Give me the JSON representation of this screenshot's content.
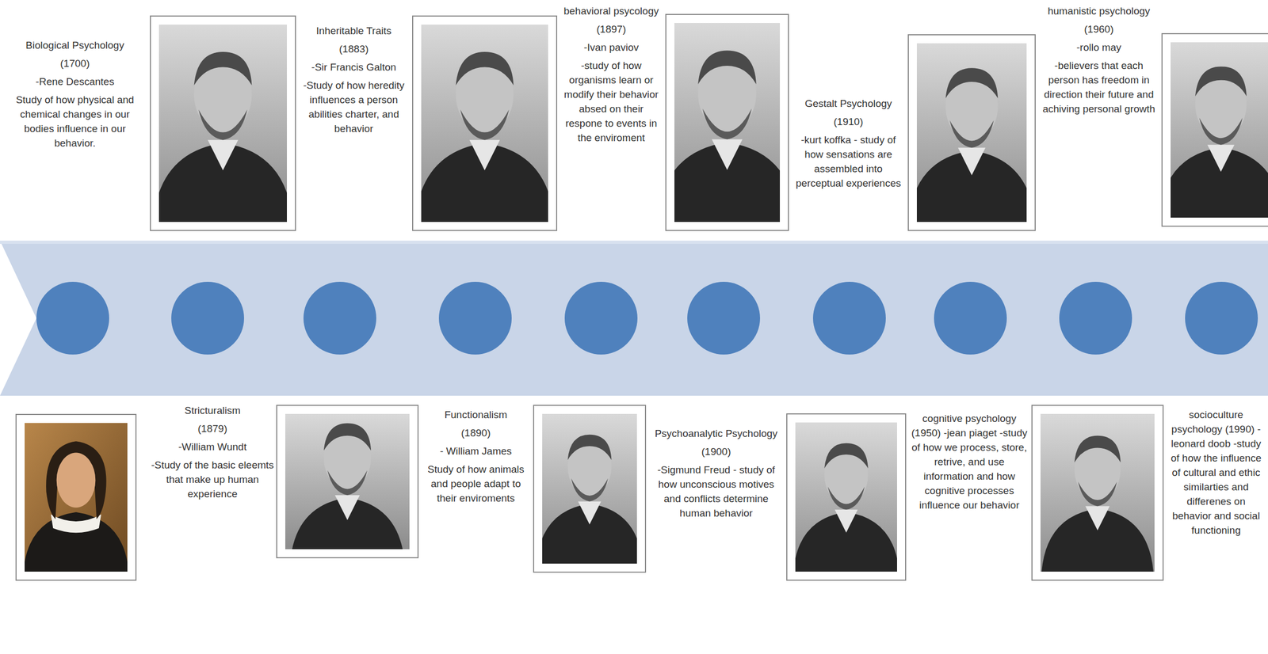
{
  "diagram": {
    "labels": [
      "Biological Psychology",
      "(1700)",
      "-Rene Descantes",
      "Study of how physical and chemical changes in our bodies influence in our behavior.",
      "Stricturalism",
      "(1879)",
      "-William Wundt",
      "-Study of the basic eleemts that make up human experience",
      "Inheritable Traits",
      "(1883)",
      "-Sir Francis Galton",
      "-Study of how heredity influences a person abilities charter, and behavior",
      "Functionalism",
      "(1890)",
      "- William James",
      "Study of how animals and people adapt to their enviroments",
      "behavioral psycology",
      "(1897)",
      "-Ivan paviov",
      "-study of how organisms learn or modify their behavior absed on their respone to events in the enviroment",
      "Psychoanalytic Psychology",
      "(1900)",
      "-Sigmund Freud - study of how unconscious motives and conflicts determine human behavior",
      "Gestalt Psychology",
      "(1910)",
      "-kurt koffka - study of how sensations are assembled into perceptual experiences",
      "cognitive psychology (1950) -jean piaget -study of how we process, store, retrive, and use information and how cognitive processes influence our behavior",
      "humanistic psychology",
      "(1960)",
      "-rollo may",
      "-believers that each person has freedom in direction their future and achiving personal growth",
      "socioculture psychology (1990) - leonard doob -study of how the influence of cultural and ethic similarties and differenes on behavior and social functioning"
    ]
  }
}
